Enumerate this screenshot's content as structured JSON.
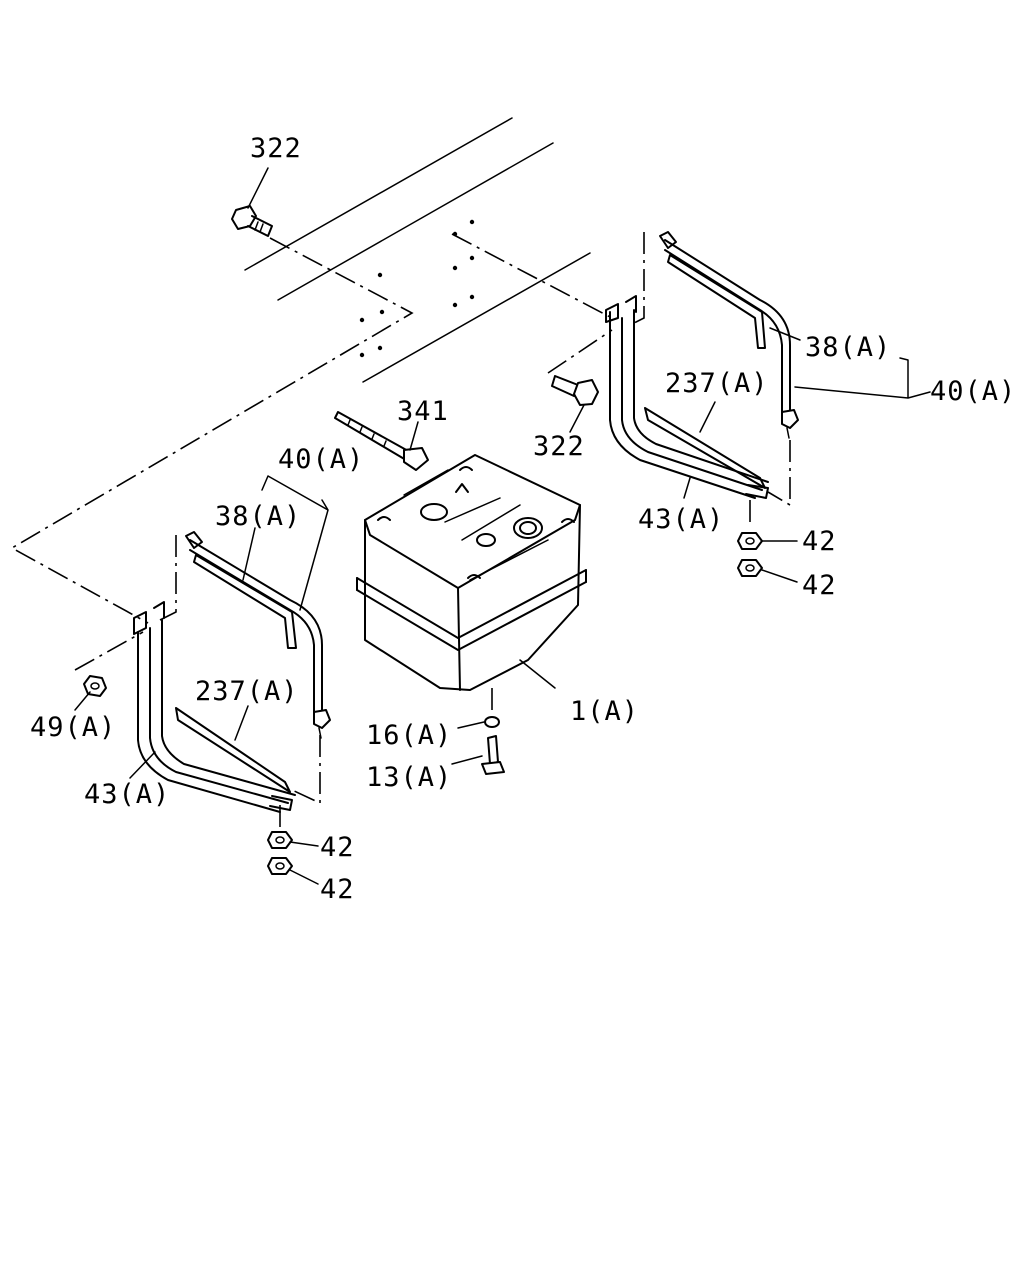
{
  "diagram": {
    "labels": {
      "bolt_top": "322",
      "bolt_right": "322",
      "tie_strap": "341",
      "band_right_38": "38(A)",
      "band_right_40": "40(A)",
      "bracket_right_237": "237(A)",
      "bracket_right_43": "43(A)",
      "nut_right_1": "42",
      "nut_right_2": "42",
      "band_left_40": "40(A)",
      "band_left_38": "38(A)",
      "bracket_left_237": "237(A)",
      "nut_left_49": "49(A)",
      "bracket_left_43": "43(A)",
      "nut_left_1": "42",
      "nut_left_2": "42",
      "tank": "1(A)",
      "washer": "16(A)",
      "drain_bolt": "13(A)"
    }
  }
}
